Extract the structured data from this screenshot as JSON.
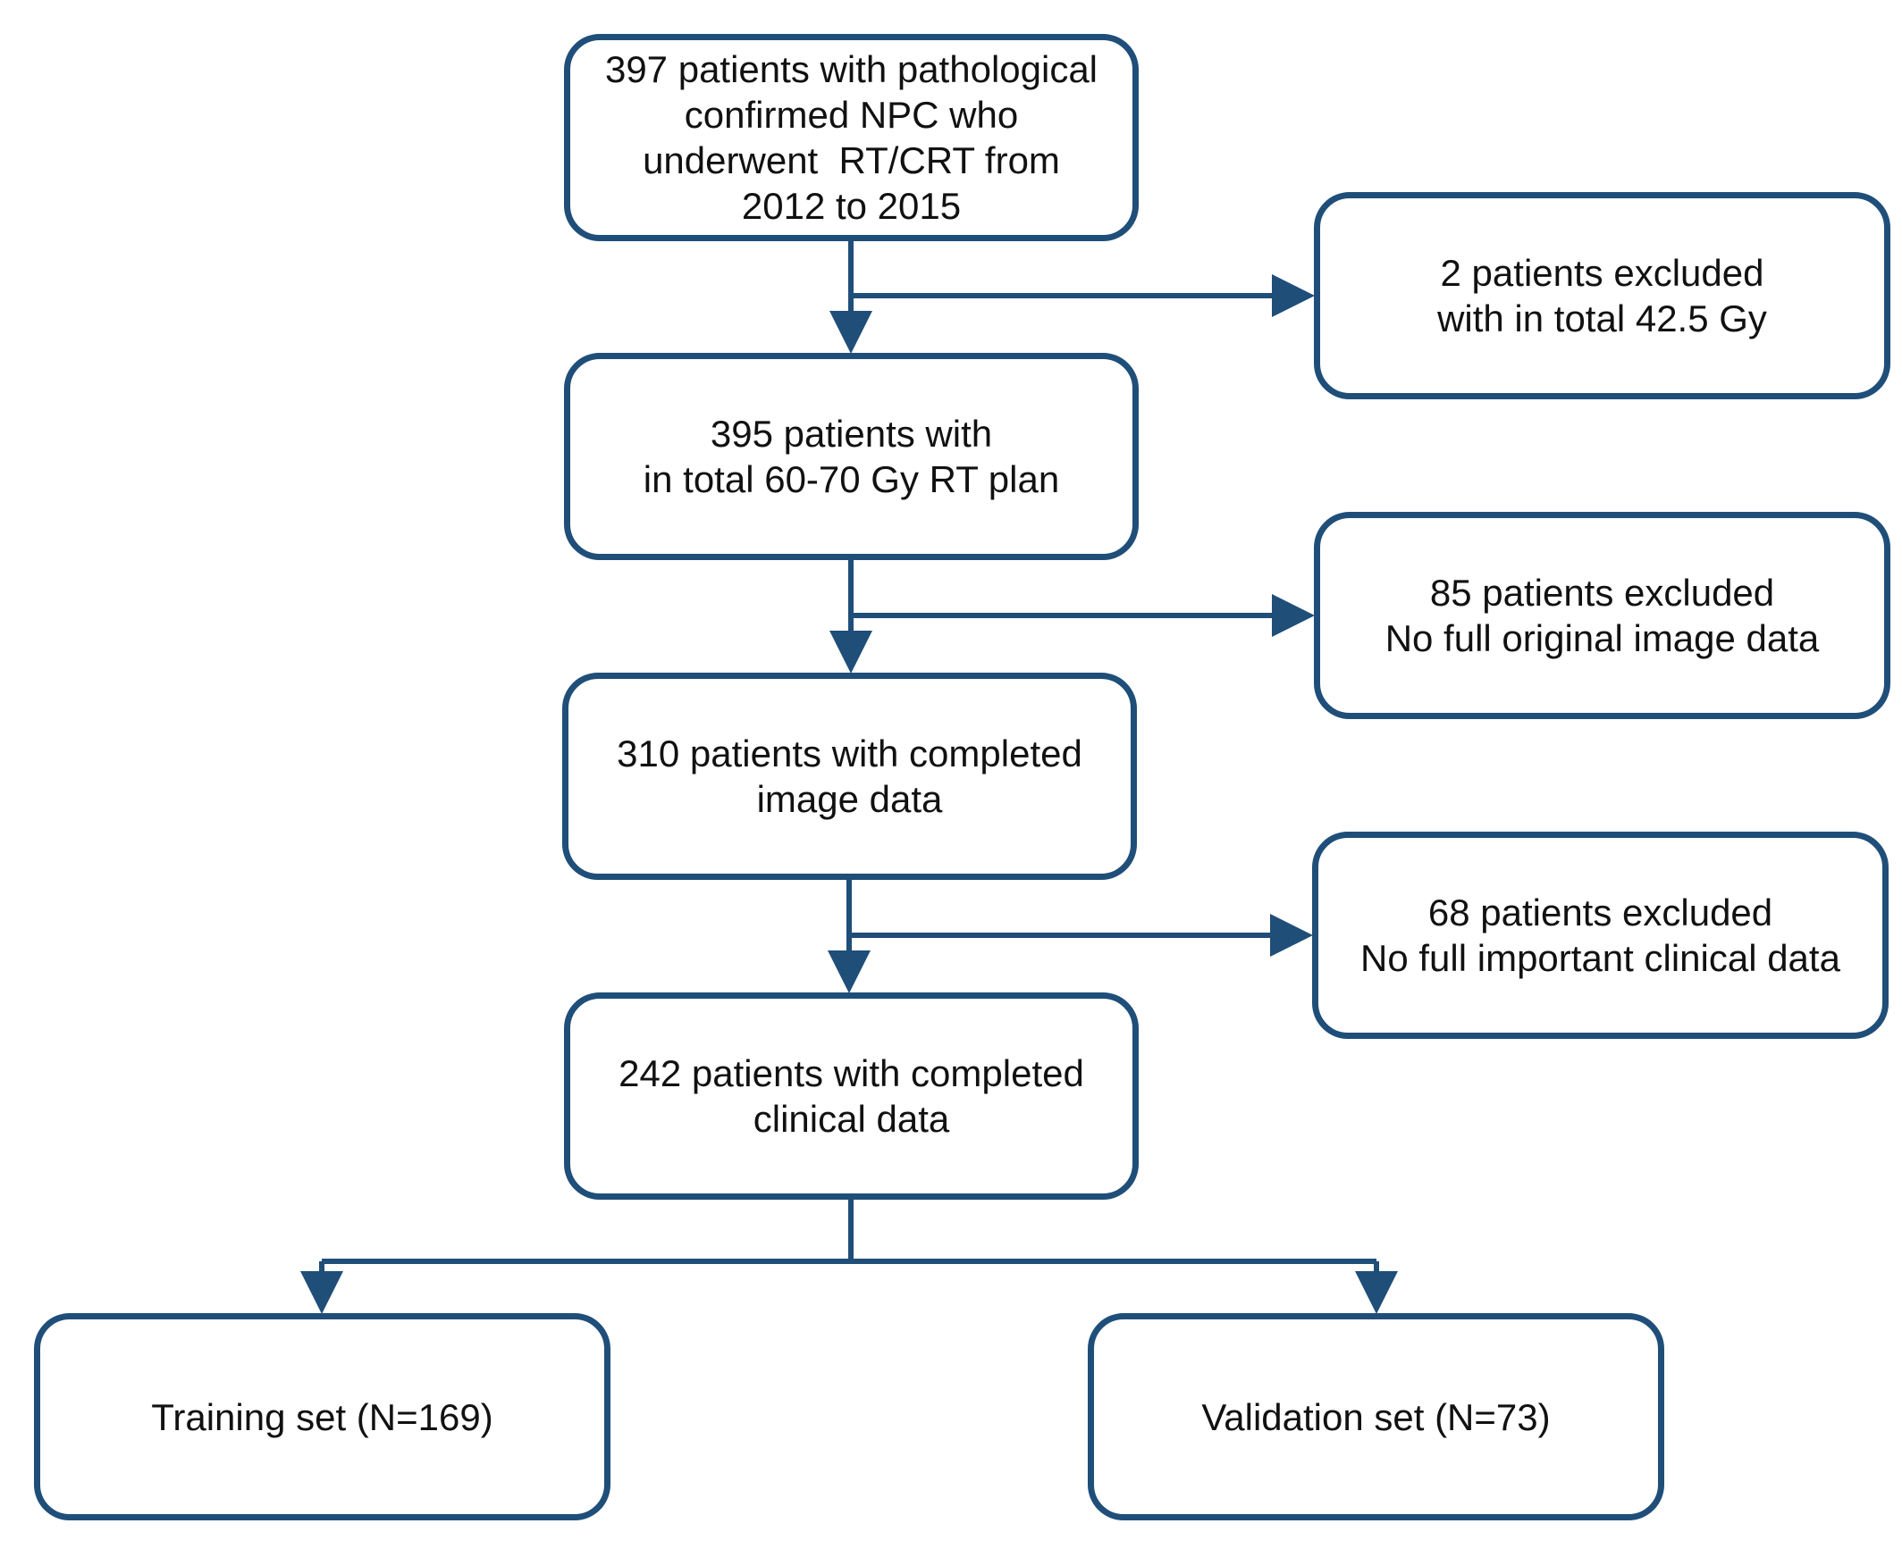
{
  "colors": {
    "stroke": "#1f4e79",
    "text": "#111111",
    "background": "#ffffff"
  },
  "boxes": {
    "initial": {
      "lines": [
        "397 patients with pathological",
        "confirmed NPC who",
        "underwent  RT/CRT from",
        "2012 to 2015"
      ]
    },
    "after_dose": {
      "lines": [
        "395 patients with",
        "in total 60-70 Gy RT plan"
      ]
    },
    "after_image": {
      "lines": [
        "310 patients with completed",
        "image data"
      ]
    },
    "after_clinical": {
      "lines": [
        "242 patients with completed",
        "clinical data"
      ]
    },
    "excluded_dose": {
      "lines": [
        "2 patients excluded",
        "with in total 42.5 Gy"
      ]
    },
    "excluded_image": {
      "lines": [
        "85 patients excluded",
        "No full original image data"
      ]
    },
    "excluded_clinical": {
      "lines": [
        "68 patients excluded",
        "No full important clinical data"
      ]
    },
    "training": {
      "lines": [
        "Training set (N=169)"
      ]
    },
    "validation": {
      "lines": [
        "Validation set (N=73)"
      ]
    }
  }
}
